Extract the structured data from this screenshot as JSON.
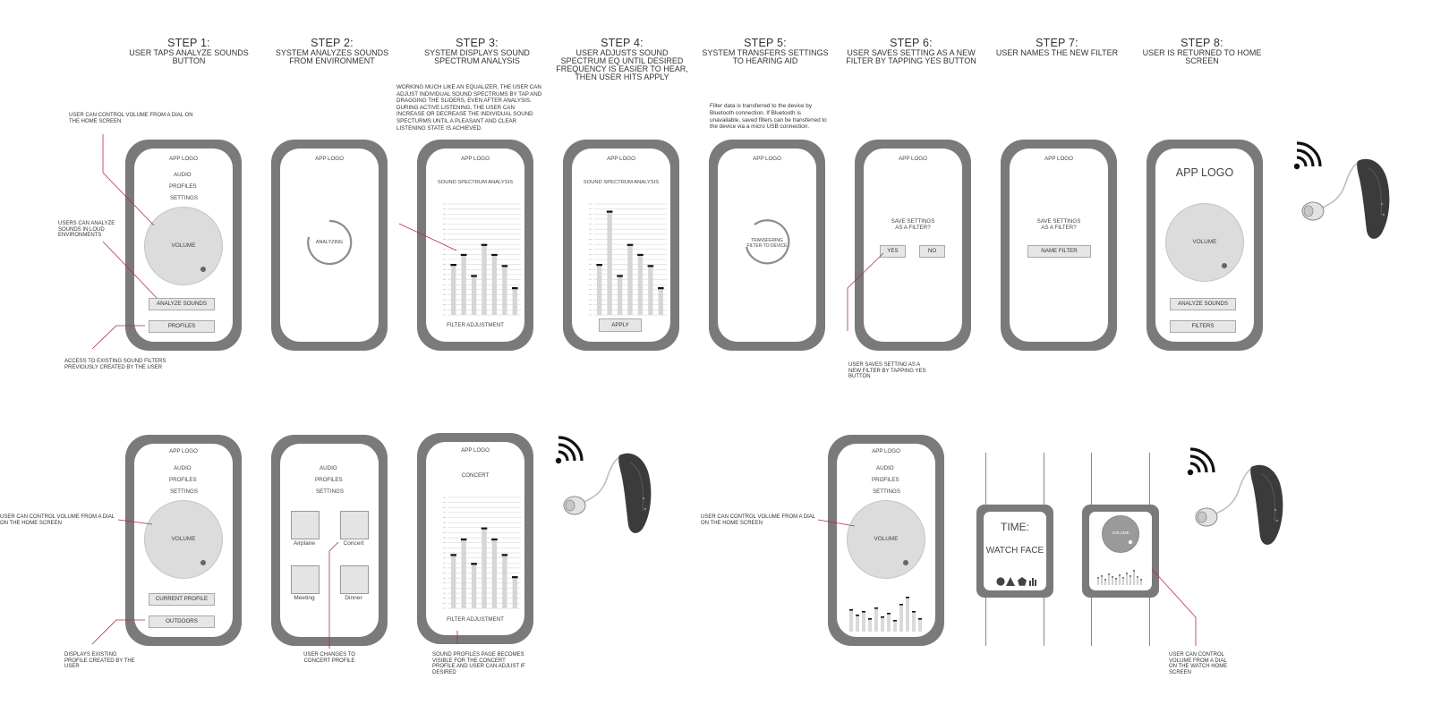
{
  "steps": [
    {
      "num": "STEP 1:",
      "text": "USER TAPS ANALYZE SOUNDS BUTTON"
    },
    {
      "num": "STEP 2:",
      "text": "SYSTEM ANALYZES SOUNDS FROM ENVIRONMENT"
    },
    {
      "num": "STEP 3:",
      "text": "SYSTEM DISPLAYS SOUND SPECTRUM ANALYSIS"
    },
    {
      "num": "STEP 4:",
      "text": "USER ADJUSTS SOUND SPECTRUM EQ UNTIL DESIRED FREQUENCY IS EASIER TO HEAR, THEN USER HITS APPLY"
    },
    {
      "num": "STEP 5:",
      "text": "SYSTEM TRANSFERS SETTINGS TO HEARING AID"
    },
    {
      "num": "STEP 6:",
      "text": "USER SAVES SETTING AS A NEW FILTER BY TAPPING YES BUTTON"
    },
    {
      "num": "STEP 7:",
      "text": "USER NAMES THE NEW FILTER"
    },
    {
      "num": "STEP 8:",
      "text": "USER IS RETURNED TO HOME SCREEN"
    }
  ],
  "annotations": {
    "dial_home": "USER CAN CONTROL VOLUME FROM A DIAL ON THE HOME SCREEN",
    "analyze_loud": "USERS CAN ANALYZE SOUNDS IN LOUD ENVIRONMENTS",
    "access_filters": "ACCESS TO EXISTING SOUND FILTERS PREVIOUSLY CREATED BY THE USER",
    "equalizer": "WORKING MUCH LIKE AN EQUALIZER, THE USER CAN ADJUST INDIVIDUAL SOUND SPECTRUMS BY TAP AND DRAGGING THE SLIDERS, EVEN AFTER ANALYSIS. DURING ACTIVE LISTENING, THE USER CAN INCREASE OR DECREASE THE INDIVIDUAL SOUND SPECTURMS UNTIL A PLEASANT AND CLEAR LISTENING STATE IS ACHIEVED.",
    "filter_transfer": "Filter data is transferred to the device by Bluetooth connection. If Bluetooth is unavailable, saved filters can be transferred to the device via a micro USB connection.",
    "save_filter": "USER SAVES SETTING AS A NEW FILTER BY TAPPING YES BUTTON",
    "dial_home_2": "USER CAN CONTROL VOLUME FROM A DIAL ON THE HOME SCREEN",
    "existing_profile": "DISPLAYS EXISTING PROFILE CREATED BY THE USER",
    "changes_profile": "USER CHANGES TO CONCERT PROFILE",
    "profiles_page": "SOUND PROFILES PAGE BECOMES VISIBLE FOR THE CONCERT PROFILE AND USER CAN ADJUST IF DESIRED",
    "dial_home_3": "USER CAN CONTROL VOLUME FROM A DIAL ON THE HOME SCREEN",
    "watch_dial": "USER CAN CONTROL VOLUME FROM A DIAL ON THE WATCH HOME SCREEN"
  },
  "screens": {
    "app_logo": "APP LOGO",
    "audio": "AUDIO",
    "profiles": "PROFILES",
    "settings": "SETTINGS",
    "volume": "VOLUME",
    "analyze_sounds": "ANALYZE SOUNDS",
    "profiles_btn": "PROFILES",
    "analyzing": "ANALYZING",
    "spectrum_title": "SOUND SPECTRUM ANALYSIS",
    "filter_adjustment": "FILTER ADJUSTMENT",
    "apply": "APPLY",
    "transferring": "TRANSFERING FILTER TO DEVICE",
    "save_q": "SAVE SETTINGS AS A FILTER?",
    "yes": "YES",
    "no": "NO",
    "name_filter": "NAME FILTER",
    "filters": "FILTERS",
    "current_profile": "CURRENT PROFILE",
    "outdoors": "OUTDOORS",
    "concert_title": "CONCERT",
    "profile_tiles": [
      "Airplane",
      "Concert",
      "Meeting",
      "Dinner"
    ],
    "watch_time": "TIME:",
    "watch_face": "WATCH FACE"
  },
  "colors": {
    "phone_frame": "#7a7a7a",
    "accent_line": "#b0303a",
    "bar": "#d6d6d6",
    "bar_cap": "#111111"
  },
  "chart_data": [
    {
      "type": "bar",
      "name": "step3_spectrum",
      "values": [
        0.45,
        0.54,
        0.35,
        0.63,
        0.54,
        0.44,
        0.24
      ]
    },
    {
      "type": "bar",
      "name": "step4_spectrum",
      "values": [
        0.45,
        0.93,
        0.35,
        0.63,
        0.54,
        0.44,
        0.24
      ]
    },
    {
      "type": "bar",
      "name": "concert_spectrum",
      "values": [
        0.48,
        0.62,
        0.4,
        0.72,
        0.62,
        0.48,
        0.28
      ]
    }
  ]
}
